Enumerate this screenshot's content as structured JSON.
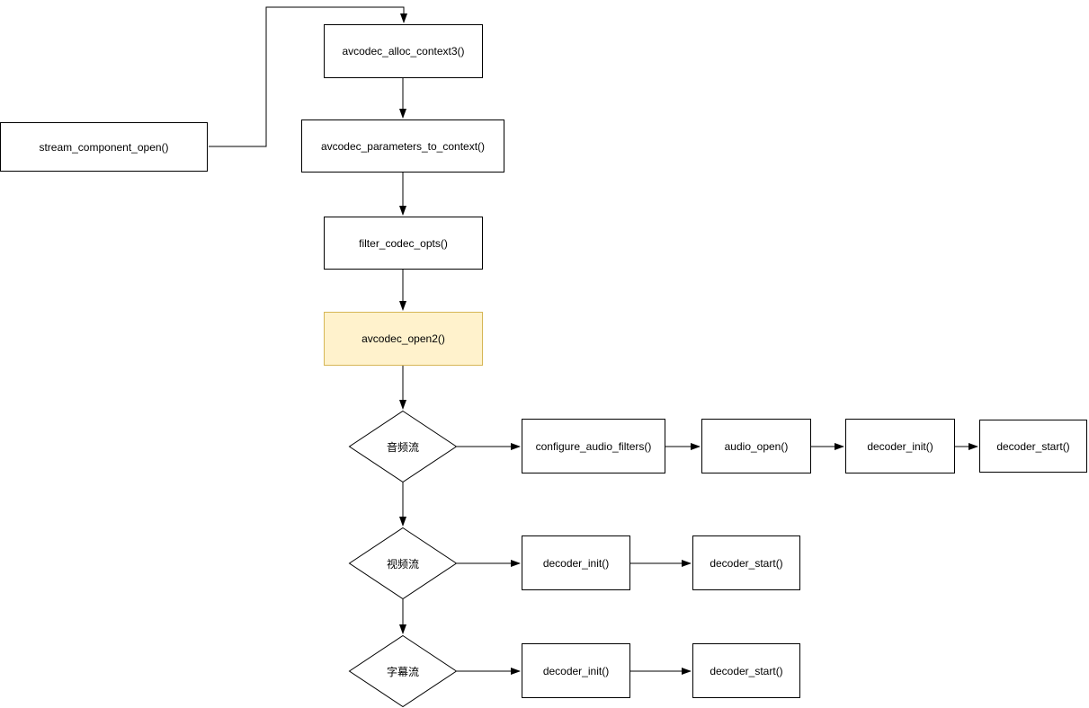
{
  "diagram": {
    "type": "flowchart",
    "colors": {
      "background": "#ffffff",
      "node_fill": "#ffffff",
      "node_stroke": "#000000",
      "highlight_fill": "#fff2cc",
      "highlight_stroke": "#d6b656",
      "edge_color": "#000000",
      "text_color": "#000000"
    },
    "nodes": {
      "stream_component_open": "stream_component_open()",
      "avcodec_alloc_context3": "avcodec_alloc_context3()",
      "avcodec_parameters_to_context": "avcodec_parameters_to_context()",
      "filter_codec_opts": "filter_codec_opts()",
      "avcodec_open2": "avcodec_open2()",
      "audio_stream_decision": "音频流",
      "configure_audio_filters": "configure_audio_filters()",
      "audio_open": "audio_open()",
      "audio_decoder_init": "decoder_init()",
      "audio_decoder_start": "decoder_start()",
      "video_stream_decision": "视频流",
      "video_decoder_init": "decoder_init()",
      "video_decoder_start": "decoder_start()",
      "subtitle_stream_decision": "字幕流",
      "subtitle_decoder_init": "decoder_init()",
      "subtitle_decoder_start": "decoder_start()"
    },
    "edges": [
      {
        "from": "stream_component_open",
        "to": "avcodec_alloc_context3"
      },
      {
        "from": "avcodec_alloc_context3",
        "to": "avcodec_parameters_to_context"
      },
      {
        "from": "avcodec_parameters_to_context",
        "to": "filter_codec_opts"
      },
      {
        "from": "filter_codec_opts",
        "to": "avcodec_open2"
      },
      {
        "from": "avcodec_open2",
        "to": "audio_stream_decision"
      },
      {
        "from": "audio_stream_decision",
        "to": "configure_audio_filters"
      },
      {
        "from": "configure_audio_filters",
        "to": "audio_open"
      },
      {
        "from": "audio_open",
        "to": "audio_decoder_init"
      },
      {
        "from": "audio_decoder_init",
        "to": "audio_decoder_start"
      },
      {
        "from": "audio_stream_decision",
        "to": "video_stream_decision"
      },
      {
        "from": "video_stream_decision",
        "to": "video_decoder_init"
      },
      {
        "from": "video_decoder_init",
        "to": "video_decoder_start"
      },
      {
        "from": "video_stream_decision",
        "to": "subtitle_stream_decision"
      },
      {
        "from": "subtitle_stream_decision",
        "to": "subtitle_decoder_init"
      },
      {
        "from": "subtitle_decoder_init",
        "to": "subtitle_decoder_start"
      }
    ]
  }
}
